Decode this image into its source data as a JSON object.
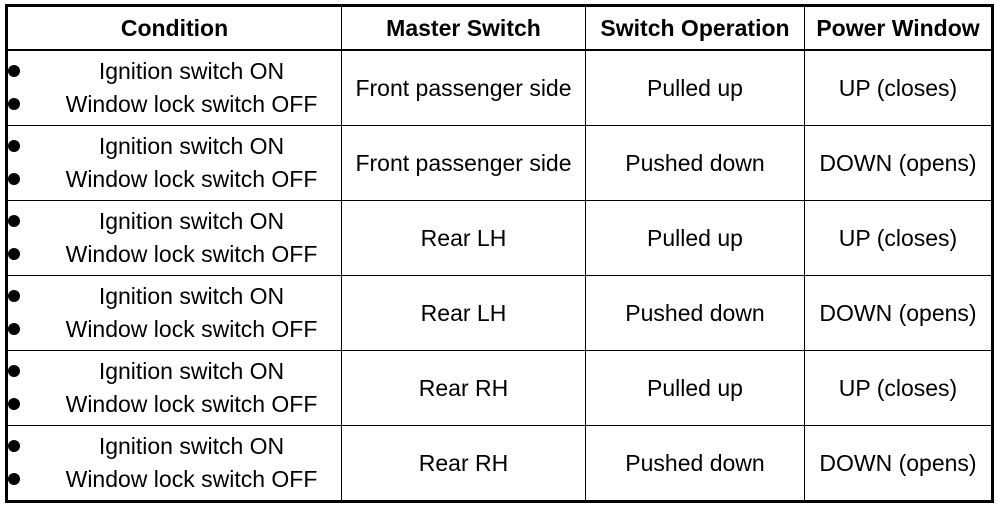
{
  "headers": {
    "condition": "Condition",
    "master_switch": "Master Switch",
    "switch_operation": "Switch Operation",
    "power_window": "Power Window"
  },
  "rows": [
    {
      "conditions": [
        "Ignition switch ON",
        "Window lock switch OFF"
      ],
      "master_switch": "Front passenger side",
      "switch_operation": "Pulled up",
      "power_window": "UP (closes)"
    },
    {
      "conditions": [
        "Ignition switch ON",
        "Window lock switch OFF"
      ],
      "master_switch": "Front passenger side",
      "switch_operation": "Pushed down",
      "power_window": "DOWN (opens)"
    },
    {
      "conditions": [
        "Ignition switch ON",
        "Window lock switch OFF"
      ],
      "master_switch": "Rear LH",
      "switch_operation": "Pulled up",
      "power_window": "UP (closes)"
    },
    {
      "conditions": [
        "Ignition switch ON",
        "Window lock switch OFF"
      ],
      "master_switch": "Rear LH",
      "switch_operation": "Pushed down",
      "power_window": "DOWN (opens)"
    },
    {
      "conditions": [
        "Ignition switch ON",
        "Window lock switch OFF"
      ],
      "master_switch": "Rear RH",
      "switch_operation": "Pulled up",
      "power_window": "UP (closes)"
    },
    {
      "conditions": [
        "Ignition switch ON",
        "Window lock switch OFF"
      ],
      "master_switch": "Rear RH",
      "switch_operation": "Pushed down",
      "power_window": "DOWN (opens)"
    }
  ]
}
